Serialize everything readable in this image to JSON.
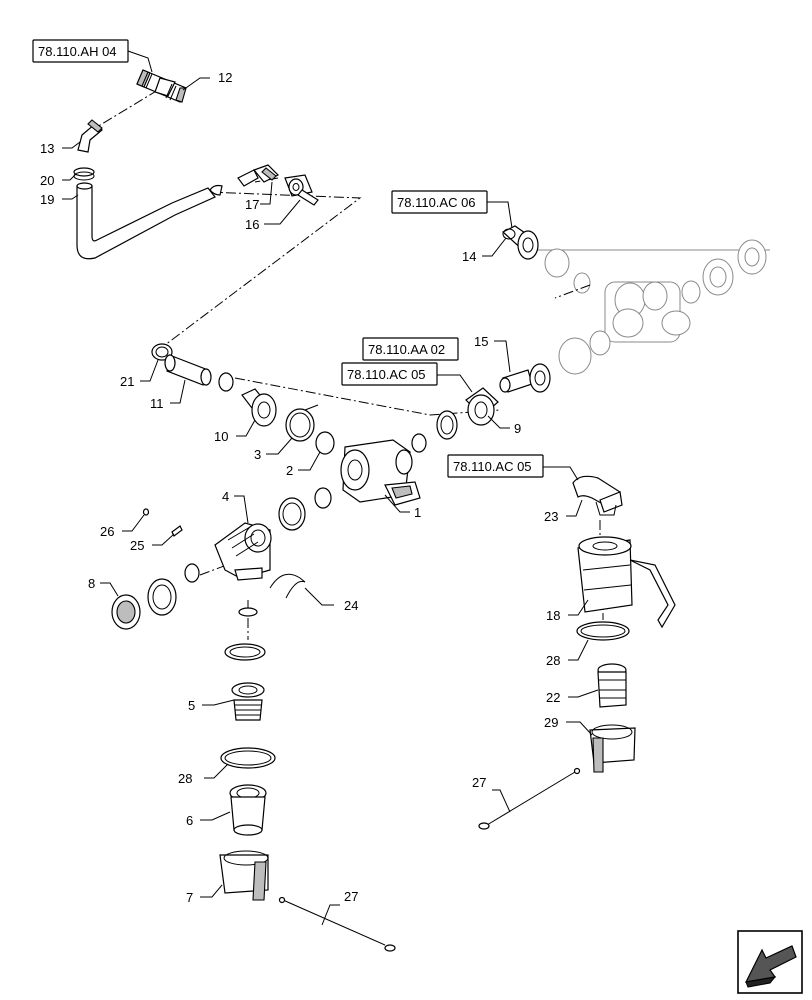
{
  "refs": {
    "ah04": "78.110.AH 04",
    "ac06": "78.110.AC 06",
    "aa02": "78.110.AA 02",
    "ac05a": "78.110.AC 05",
    "ac05b": "78.110.AC 05"
  },
  "callouts": {
    "c1": "1",
    "c2": "2",
    "c3": "3",
    "c4": "4",
    "c5": "5",
    "c6": "6",
    "c7": "7",
    "c8": "8",
    "c9": "9",
    "c10": "10",
    "c11": "11",
    "c12": "12",
    "c13": "13",
    "c14": "14",
    "c15": "15",
    "c16": "16",
    "c17": "17",
    "c18": "18",
    "c19": "19",
    "c20": "20",
    "c21": "21",
    "c22": "22",
    "c23": "23",
    "c24": "24",
    "c25": "25",
    "c26": "26",
    "c27a": "27",
    "c27b": "27",
    "c28a": "28",
    "c28b": "28",
    "c29": "29"
  },
  "icons": {
    "nav": "next-page-arrow-icon"
  },
  "colors": {
    "line": "#000000",
    "ghost": "#8a8a8a",
    "shade": "#bdbdbd"
  }
}
